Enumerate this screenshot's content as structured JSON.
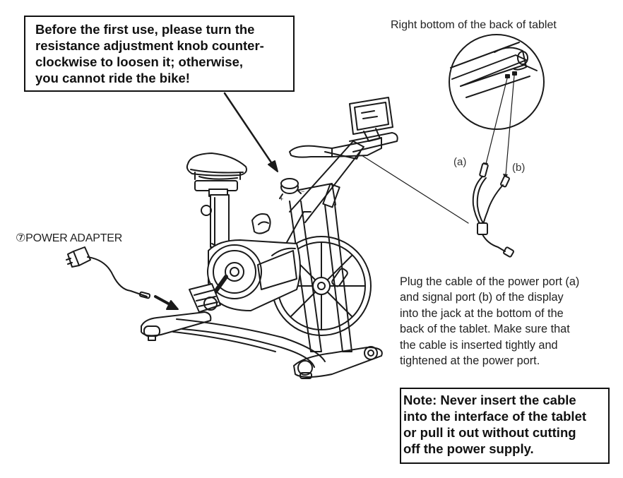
{
  "warning": {
    "lines": [
      "Before the first use, please turn the",
      "resistance adjustment knob counter-",
      "clockwise to loosen it; otherwise,",
      "you cannot ride the bike!"
    ]
  },
  "tablet_caption": "Right bottom of the back of tablet",
  "port_labels": {
    "a": "(a)",
    "b": "(b)"
  },
  "adapter_label": "⑦POWER ADAPTER",
  "instructions": {
    "lines": [
      "Plug the cable of the power port (a)",
      "and signal port (b) of the display",
      "into the jack at the bottom of the",
      "back of the tablet. Make sure that",
      "the cable is inserted tightly and",
      "tightened at the power port."
    ]
  },
  "note": {
    "lines": [
      "Note: Never insert the cable",
      "into the interface of the tablet",
      "or pull it out without cutting",
      "off the power supply."
    ]
  }
}
